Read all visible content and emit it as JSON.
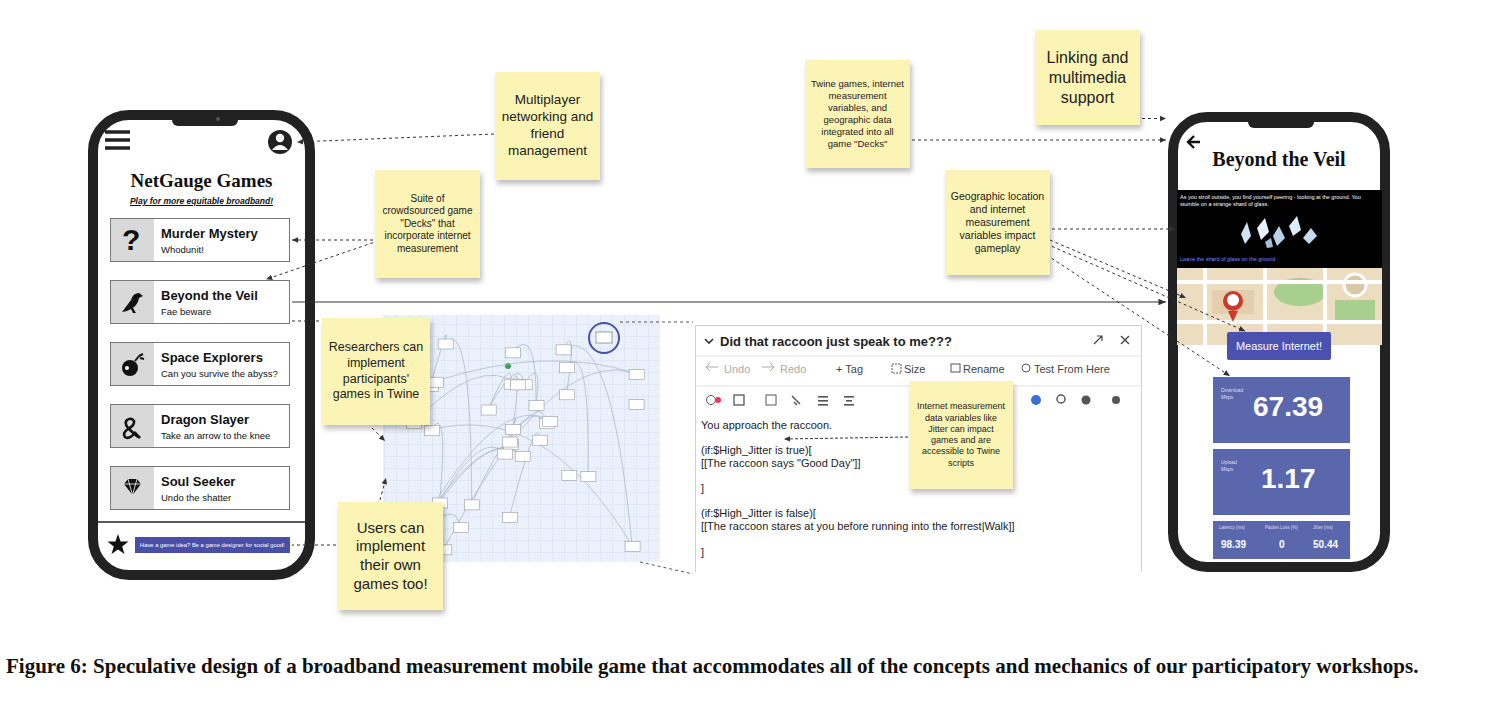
{
  "diagram": {
    "caption": "Figure 6: Speculative design of a broadband measurement mobile game that accommodates all of the concepts and mechanics of our participatory workshops.",
    "nodes": [
      {
        "text": [
          "NetGauge Games",
          "Play for more equitable broadband!"
        ]
      },
      {
        "text": [
          "Murder Mystery",
          "Whodunit!"
        ],
        "in": 0
      },
      {
        "text": [
          "Beyond the Veil",
          "Fae beware"
        ],
        "in": 0
      },
      {
        "text": [
          "Space Explorers",
          "Can you survive the abyss?"
        ],
        "in": 0
      },
      {
        "text": [
          "Dragon Slayer",
          "Take an arrow to the knee"
        ],
        "in": 0
      },
      {
        "text": [
          "Soul Seeker",
          "Undo the shatter"
        ],
        "in": 0
      },
      {
        "text": [
          "Have a game idea? Be a game designer for social good!"
        ],
        "in": 0
      },
      {
        "text": [
          "Multiplayer networking and friend management"
        ]
      },
      {
        "text": [
          "Suite of crowdsourced game \"Decks\" that incorporate internet measurement"
        ]
      },
      {
        "text": [
          "Researchers can implement participants' games in Twine"
        ]
      },
      {
        "text": [
          "Users can implement their own games too!"
        ]
      },
      {
        "text": [
          "Twine games, internet measurement variables, and geographic data integrated into all game \"Decks\""
        ]
      },
      {
        "text": [
          "Linking and multimedia support"
        ]
      },
      {
        "text": [
          "Geographic location and internet measurement variables impact gameplay"
        ]
      },
      {
        "text": [
          "Did that raccoon just speak to me???",
          "Undo",
          "Redo",
          "+ Tag",
          "Size",
          "Rename",
          "Test From Here",
          "You approach the raccoon.",
          "(if:$High_Jitter is true)[",
          "[[The raccoon says \"Good Day\"]]",
          "]",
          "(if:$High_Jitter is false)[",
          "[[The raccoon stares at you before running into the forrest|Walk]]",
          "]"
        ]
      },
      {
        "text": [
          "Internet measurement data variables like Jitter can impact games and are accessible to Twine scripts"
        ],
        "in": 14
      },
      {
        "text": [
          "Beyond the Veil"
        ]
      },
      {
        "text": [
          "As you stroll outside, you find yourself peering - looking at the ground. You stumble on a strange shard of glass.",
          "Leave the shard of glass on the ground"
        ],
        "in": 16
      },
      {
        "text": [
          "Measure Internet!"
        ],
        "in": 16
      },
      {
        "text": [
          "Download",
          "Mbps",
          "67.39"
        ],
        "in": 16
      },
      {
        "text": [
          "Upload",
          "Mbps",
          "1.17"
        ],
        "in": 16
      },
      {
        "text": [
          "Latency (ms)",
          "98.39",
          "Packet Loss (%)",
          "0",
          "Jitter (ms)",
          "50.44"
        ],
        "in": 16
      }
    ],
    "edges": [
      {
        "from": 8,
        "to": 1,
        "arrow": "to"
      },
      {
        "from": 8,
        "to": 2,
        "arrow": "to"
      },
      {
        "from": 2,
        "to": 9,
        "arrow": "none"
      },
      {
        "from": 2,
        "to": 16,
        "arrow": "to"
      },
      {
        "from": 10,
        "to": 6,
        "arrow": "none"
      },
      {
        "from": 11,
        "to": 16,
        "arrow": "to"
      },
      {
        "from": 12,
        "to": 16,
        "arrow": "to"
      },
      {
        "from": 13,
        "to": 17,
        "arrow": "to"
      },
      {
        "from": 13,
        "to": 18,
        "arrow": "to"
      },
      {
        "from": 13,
        "to": 19,
        "arrow": "to"
      }
    ],
    "labels": [
      "?"
    ]
  }
}
